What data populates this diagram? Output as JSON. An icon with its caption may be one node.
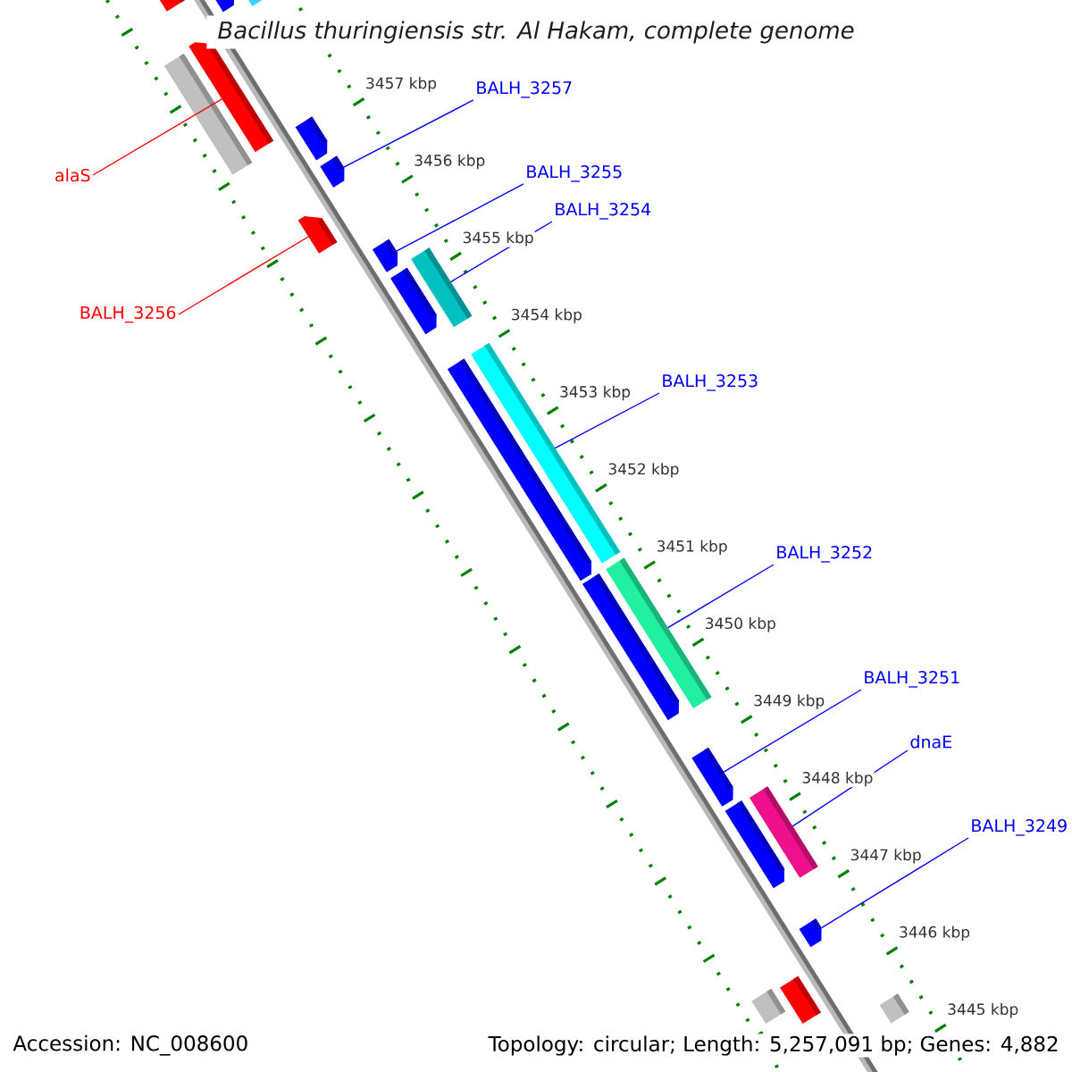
{
  "diagram": {
    "title": "Bacillus thuringiensis str. Al Hakam, complete genome",
    "nodes": [
      {
        "text": [
          "BALH_3257"
        ]
      },
      {
        "text": [],
        "shape": "bar"
      },
      {
        "text": [
          "alaS"
        ]
      },
      {
        "text": [],
        "shape": "bar"
      },
      {
        "text": [
          "BALH_3255"
        ]
      },
      {
        "text": [],
        "shape": "bar"
      },
      {
        "text": [
          "BALH_3254"
        ]
      },
      {
        "text": [],
        "shape": "bar"
      },
      {
        "text": [
          "BALH_3256"
        ]
      },
      {
        "text": [],
        "shape": "bar"
      },
      {
        "text": [
          "BALH_3253"
        ]
      },
      {
        "text": [],
        "shape": "bar"
      },
      {
        "text": [
          "BALH_3252"
        ]
      },
      {
        "text": [],
        "shape": "bar"
      },
      {
        "text": [
          "BALH_3251"
        ]
      },
      {
        "text": [],
        "shape": "bar"
      },
      {
        "text": [
          "dnaE"
        ]
      },
      {
        "text": [],
        "shape": "bar"
      },
      {
        "text": [
          "BALH_3249"
        ]
      },
      {
        "text": [],
        "shape": "bar"
      },
      {
        "text": [],
        "shape": "bar"
      },
      {
        "text": [],
        "shape": "bar"
      },
      {
        "text": [],
        "shape": "bar"
      },
      {
        "text": [],
        "shape": "bar"
      },
      {
        "text": [],
        "shape": "bar"
      },
      {
        "text": [],
        "shape": "bar"
      },
      {
        "text": [],
        "shape": "bar"
      },
      {
        "text": [],
        "shape": "bar"
      },
      {
        "text": [],
        "shape": "bar"
      },
      {
        "text": [],
        "shape": "bar"
      },
      {
        "text": [],
        "shape": "bar"
      },
      {
        "text": [],
        "shape": "bar"
      }
    ],
    "edges": [
      {
        "from": 0,
        "to": 1,
        "arrow": "none"
      },
      {
        "from": 2,
        "to": 3,
        "arrow": "none",
        "color": "#ff0000"
      },
      {
        "from": 4,
        "to": 5,
        "arrow": "none"
      },
      {
        "from": 6,
        "to": 7,
        "arrow": "none"
      },
      {
        "from": 8,
        "to": 9,
        "arrow": "none",
        "color": "#ff0000"
      },
      {
        "from": 10,
        "to": 11,
        "arrow": "none"
      },
      {
        "from": 12,
        "to": 13,
        "arrow": "none"
      },
      {
        "from": 14,
        "to": 15,
        "arrow": "none"
      },
      {
        "from": 16,
        "to": 17,
        "arrow": "none"
      },
      {
        "from": 18,
        "to": 19,
        "arrow": "none"
      }
    ],
    "labels": [
      "3457 kbp",
      "3456 kbp",
      "3455 kbp",
      "3454 kbp",
      "3453 kbp",
      "3452 kbp",
      "3451 kbp",
      "3450 kbp",
      "3449 kbp",
      "3448 kbp",
      "3447 kbp",
      "3446 kbp",
      "3445 kbp",
      "Accession: NC_008600",
      "Topology: circular; Length: 5,257,091 bp; Genes: 4,882"
    ]
  }
}
